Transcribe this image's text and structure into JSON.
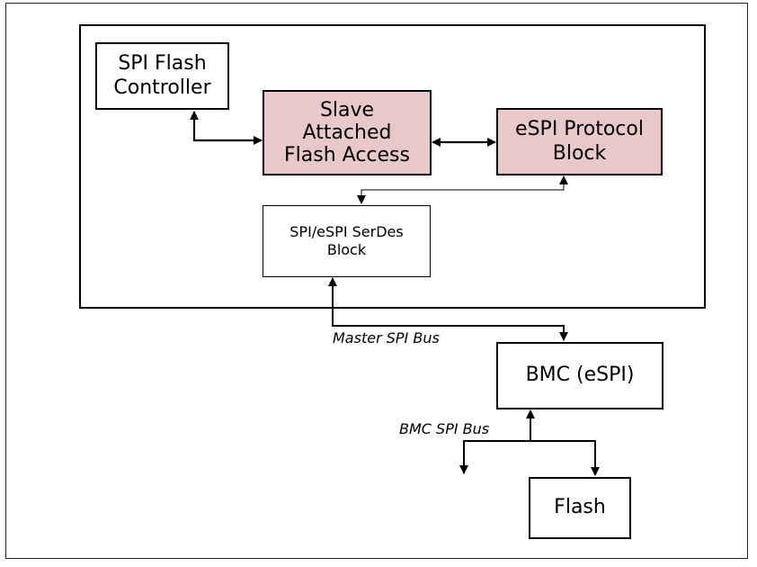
{
  "diagram": {
    "nodes": {
      "spi_flash_controller": "SPI Flash\nController",
      "slave_attached_flash_access": "Slave\nAttached\nFlash Access",
      "espi_protocol_block": "eSPI Protocol\nBlock",
      "serdes_block": "SPI/eSPI SerDes\nBlock",
      "bmc": "BMC (eSPI)",
      "flash": "Flash"
    },
    "edge_labels": {
      "master_spi_bus": "Master SPI Bus",
      "bmc_spi_bus": "BMC SPI Bus"
    },
    "colors": {
      "highlight_fill": "#e8c8c8",
      "stroke": "#000000"
    }
  }
}
